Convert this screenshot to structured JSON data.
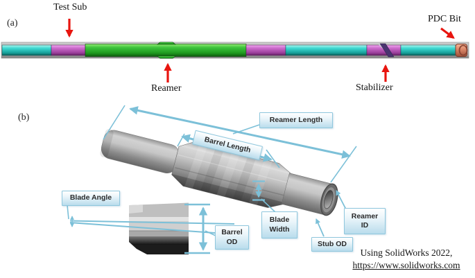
{
  "panel_a": {
    "tag": "(a)",
    "labels": {
      "test_sub": "Test Sub",
      "pdc_bit": "PDC Bit",
      "reamer": "Reamer",
      "stabilizer": "Stabilizer"
    },
    "colors": {
      "casing_gray": "#b2b2b2",
      "collar_cyan": "#3fd9d2",
      "sub_magenta": "#cb6bcb",
      "reamer_green": "#3ec43e",
      "stabilizer_purple": "#4a3470",
      "pdc_bit_salmon": "#dd8a6c",
      "arrow_red": "#e8150f"
    }
  },
  "panel_b": {
    "tag": "(b)",
    "dimension_labels": {
      "reamer_length": "Reamer Length",
      "barrel_length": "Barrel Length",
      "blade_angle": "Blade Angle",
      "barrel_od_line1": "Barrel",
      "barrel_od_line2": "OD",
      "blade_width_line1": "Blade",
      "blade_width_line2": "Width",
      "stub_od": "Stub OD",
      "reamer_id_line1": "Reamer",
      "reamer_id_line2": "ID"
    },
    "colors": {
      "dimension_blue": "#7cc0d8",
      "label_box_border": "#8fc7dd",
      "label_box_fill": "#b9dcec",
      "tool_gray": "#c6c6c6"
    },
    "caption": {
      "line1": "Using SolidWorks 2022,",
      "line2": "https://www.solidworks.com"
    }
  }
}
